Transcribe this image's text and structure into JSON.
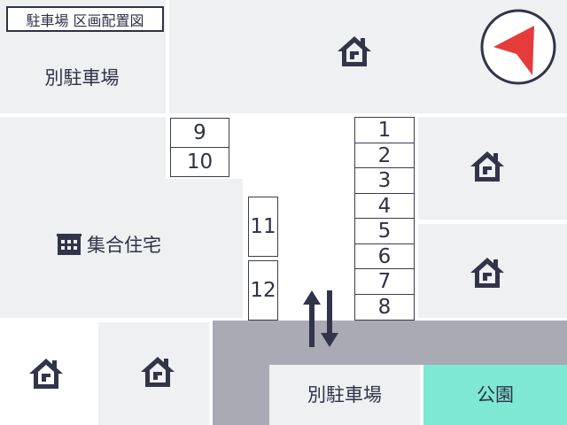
{
  "title": "駐車場 区画配置図",
  "areas": {
    "parking_top_left": "別駐車場",
    "parking_bottom": "別駐車場",
    "apartment": "集合住宅",
    "park": "公園"
  },
  "slots": [
    "1",
    "2",
    "3",
    "4",
    "5",
    "6",
    "7",
    "8",
    "9",
    "10",
    "11",
    "12"
  ],
  "icons": {
    "house": "house-icon",
    "building": "building-icon",
    "compass": "compass-north-arrow-icon",
    "two_way": "two-way-arrow-icon"
  },
  "colors": {
    "block": "#eef0f2",
    "road": "#a9aab3",
    "park": "#7ee8d3",
    "ink": "#32344a",
    "compass_arrow": "#e53b3b"
  }
}
